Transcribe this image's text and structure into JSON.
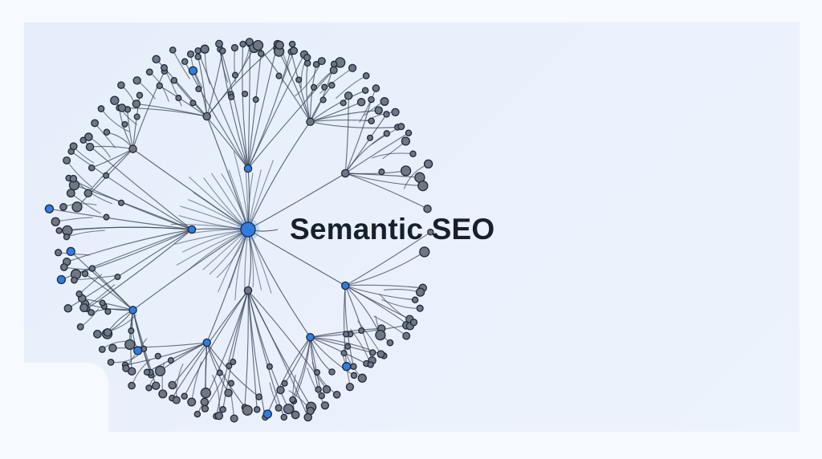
{
  "title": "Semantic SEO",
  "colors": {
    "background": "#f6f9fd",
    "panel": "#e8effb",
    "line": "#3b4658",
    "node_gray": "#6f7785",
    "node_blue": "#2f7de1",
    "node_stroke": "#20293a",
    "text": "#17202e"
  },
  "icons": {
    "hub": "central-hub-node",
    "branch": "branch-node",
    "leaf": "leaf-node"
  }
}
